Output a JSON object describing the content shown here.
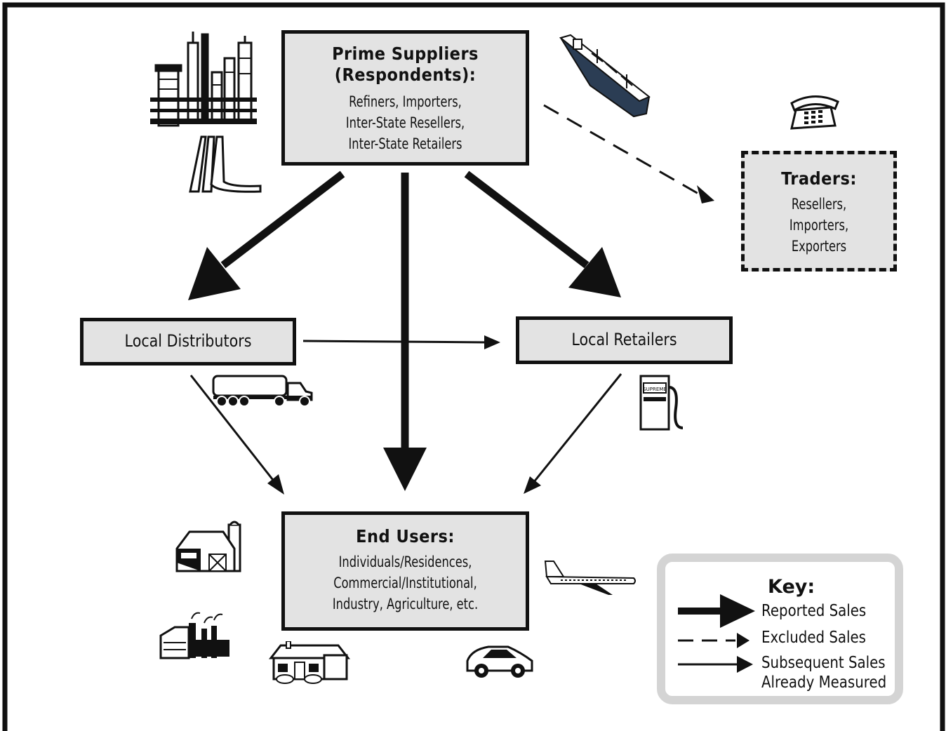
{
  "prime": {
    "title_line1": "Prime Suppliers",
    "title_line2": "(Respondents):",
    "line1": "Refiners, Importers,",
    "line2": "Inter-State Resellers,",
    "line3": "Inter-State Retailers"
  },
  "traders": {
    "title": "Traders:",
    "line1": "Resellers,",
    "line2": "Importers,",
    "line3": "Exporters"
  },
  "local_distributors": {
    "label": "Local Distributors"
  },
  "local_retailers": {
    "label": "Local Retailers"
  },
  "end_users": {
    "title": "End Users:",
    "line1": "Individuals/Residences,",
    "line2": "Commercial/Institutional,",
    "line3": "Industry, Agriculture, etc."
  },
  "key": {
    "title": "Key:",
    "reported": "Reported Sales",
    "excluded": "Excluded Sales",
    "subsequent_line1": "Subsequent Sales",
    "subsequent_line2": "Already Measured"
  },
  "pump_label": "SUPREME",
  "icons": [
    "refinery-icon",
    "pipeline-icon",
    "tanker-ship-icon",
    "telephone-icon",
    "tanker-truck-icon",
    "gas-pump-icon",
    "barn-icon",
    "factory-icon",
    "house-icon",
    "airplane-icon",
    "car-icon"
  ]
}
